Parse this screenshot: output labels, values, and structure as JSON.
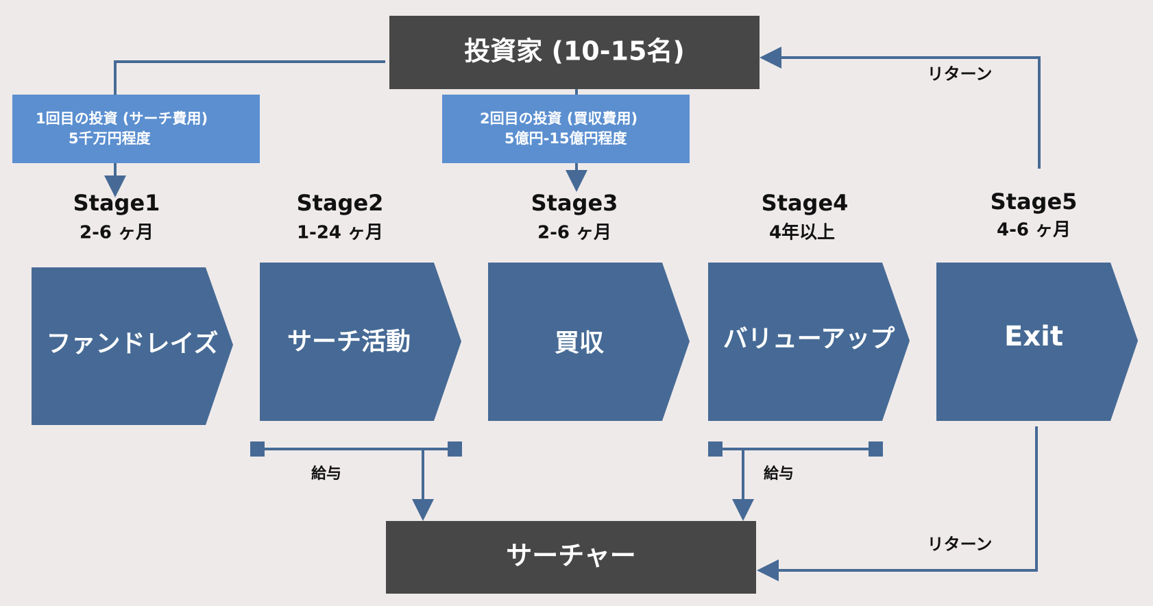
{
  "colors": {
    "background": "#efeaea",
    "dark_box": "#474747",
    "light_box": "#5b8fd0",
    "stage_shape": "#466a95",
    "connector": "#466a95",
    "text_light": "#ffffff",
    "text_dark": "#111111"
  },
  "investor": {
    "label": "投資家 (10-15名)"
  },
  "searcher": {
    "label": "サーチャー"
  },
  "investments": [
    {
      "line1": "1回目の投資 (サーチ費用)",
      "line2": "5千万円程度"
    },
    {
      "line1": "2回目の投資 (買収費用)",
      "line2": "5億円-15億円程度"
    }
  ],
  "stages": [
    {
      "name": "Stage1",
      "duration": "2-6 ヶ月",
      "label": "ファンドレイズ"
    },
    {
      "name": "Stage2",
      "duration": "1-24 ヶ月",
      "label": "サーチ活動"
    },
    {
      "name": "Stage3",
      "duration": "2-6 ヶ月",
      "label": "買収"
    },
    {
      "name": "Stage4",
      "duration": "4年以上",
      "label": "バリューアップ"
    },
    {
      "name": "Stage5",
      "duration": "4-6 ヶ月",
      "label": "Exit"
    }
  ],
  "labels": {
    "return_top": "リターン",
    "return_bottom": "リターン",
    "salary_left": "給与",
    "salary_right": "給与"
  }
}
